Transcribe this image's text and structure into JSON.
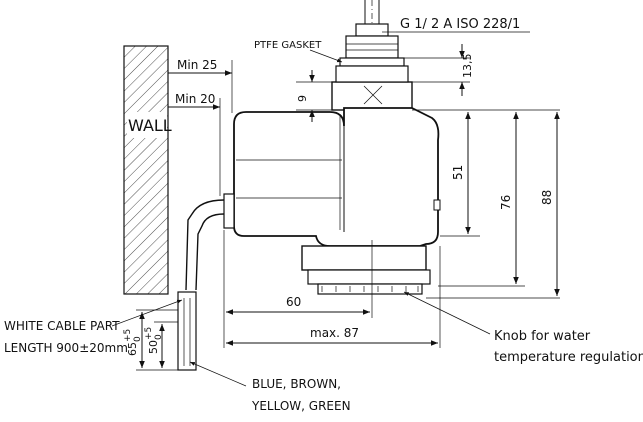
{
  "labels": {
    "thread_spec": "G 1/  2  A  ISO 228/1",
    "gasket": "PTFE GASKET",
    "wall": "WALL",
    "min25": "Min  25",
    "min20": "Min  20",
    "dim_13_5": "13,5",
    "dim_9": "9",
    "dim_51": "51",
    "dim_76": "76",
    "dim_88": "88",
    "dim_60": "60",
    "dim_max87": "max. 87",
    "dim_65": "65",
    "dim_65_tol": "+5",
    "dim_65_tol2": "0",
    "dim_50": "50",
    "dim_50_tol": "+5",
    "dim_50_tol2": "0",
    "cable_part_line1": "WHITE CABLE PART",
    "cable_part_line2": "LENGTH 900±20mm",
    "knob_line1": "Knob for water",
    "knob_line2": "temperature regulation",
    "wires_line1": "BLUE, BROWN,",
    "wires_line2": "YELLOW, GREEN"
  }
}
